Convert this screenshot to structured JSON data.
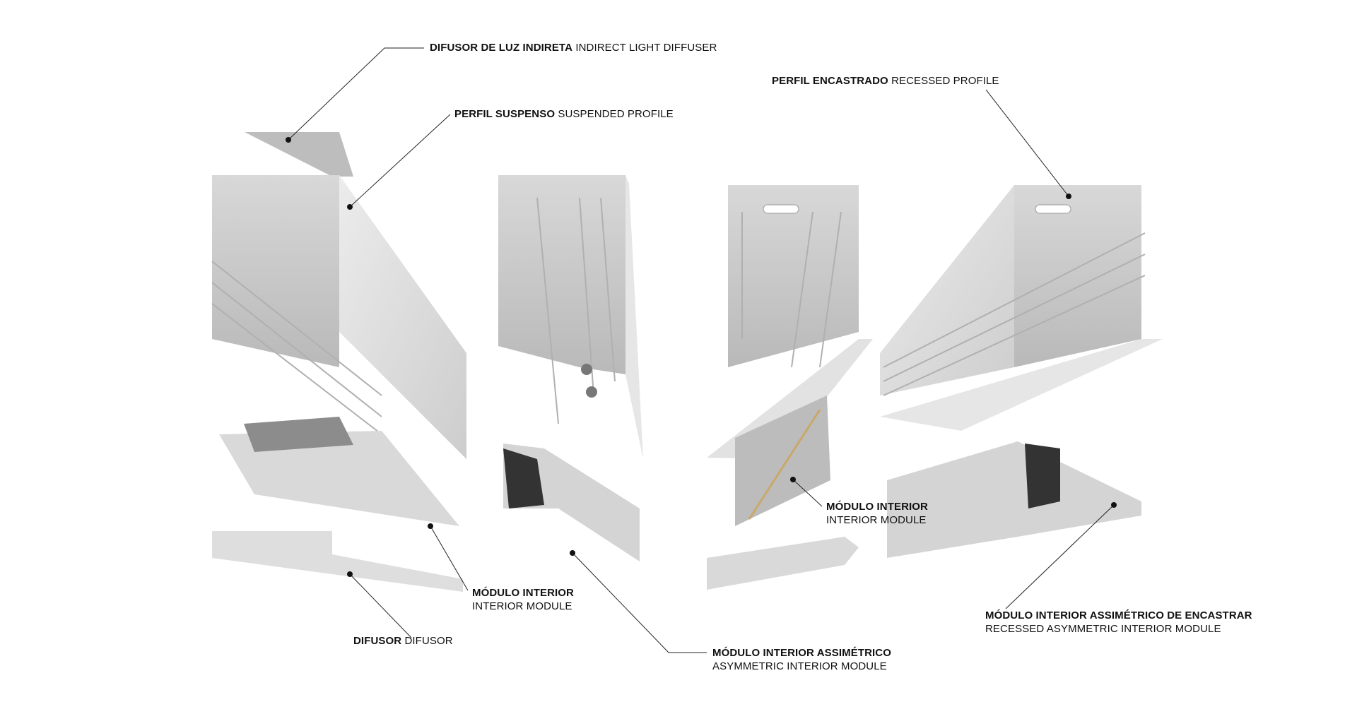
{
  "labels": {
    "indirect_diffuser": {
      "pt": "DIFUSOR DE LUZ INDIRETA",
      "en": "INDIRECT LIGHT DIFFUSER"
    },
    "suspended_profile": {
      "pt": "PERFIL SUSPENSO",
      "en": "SUSPENDED PROFILE"
    },
    "recessed_profile": {
      "pt": "PERFIL ENCASTRADO",
      "en": "RECESSED PROFILE"
    },
    "interior_module_left": {
      "pt": "MÓDULO INTERIOR",
      "en": "INTERIOR MODULE"
    },
    "diffuser": {
      "pt": "DIFUSOR",
      "en": "DIFUSOR"
    },
    "asymmetric_module": {
      "pt": "MÓDULO INTERIOR ASSIMÉTRICO",
      "en": "ASYMMETRIC INTERIOR MODULE"
    },
    "interior_module_center": {
      "pt": "MÓDULO INTERIOR",
      "en": "INTERIOR MODULE"
    },
    "recessed_asymmetric_module": {
      "pt": "MÓDULO INTERIOR ASSIMÉTRICO DE ENCASTRAR",
      "en": "RECESSED ASYMMETRIC INTERIOR MODULE"
    }
  },
  "colors": {
    "profile_light": "#e4e4e4",
    "profile_mid": "#cfcfcf",
    "profile_dark": "#a9a9a9",
    "leader": "#222222"
  }
}
